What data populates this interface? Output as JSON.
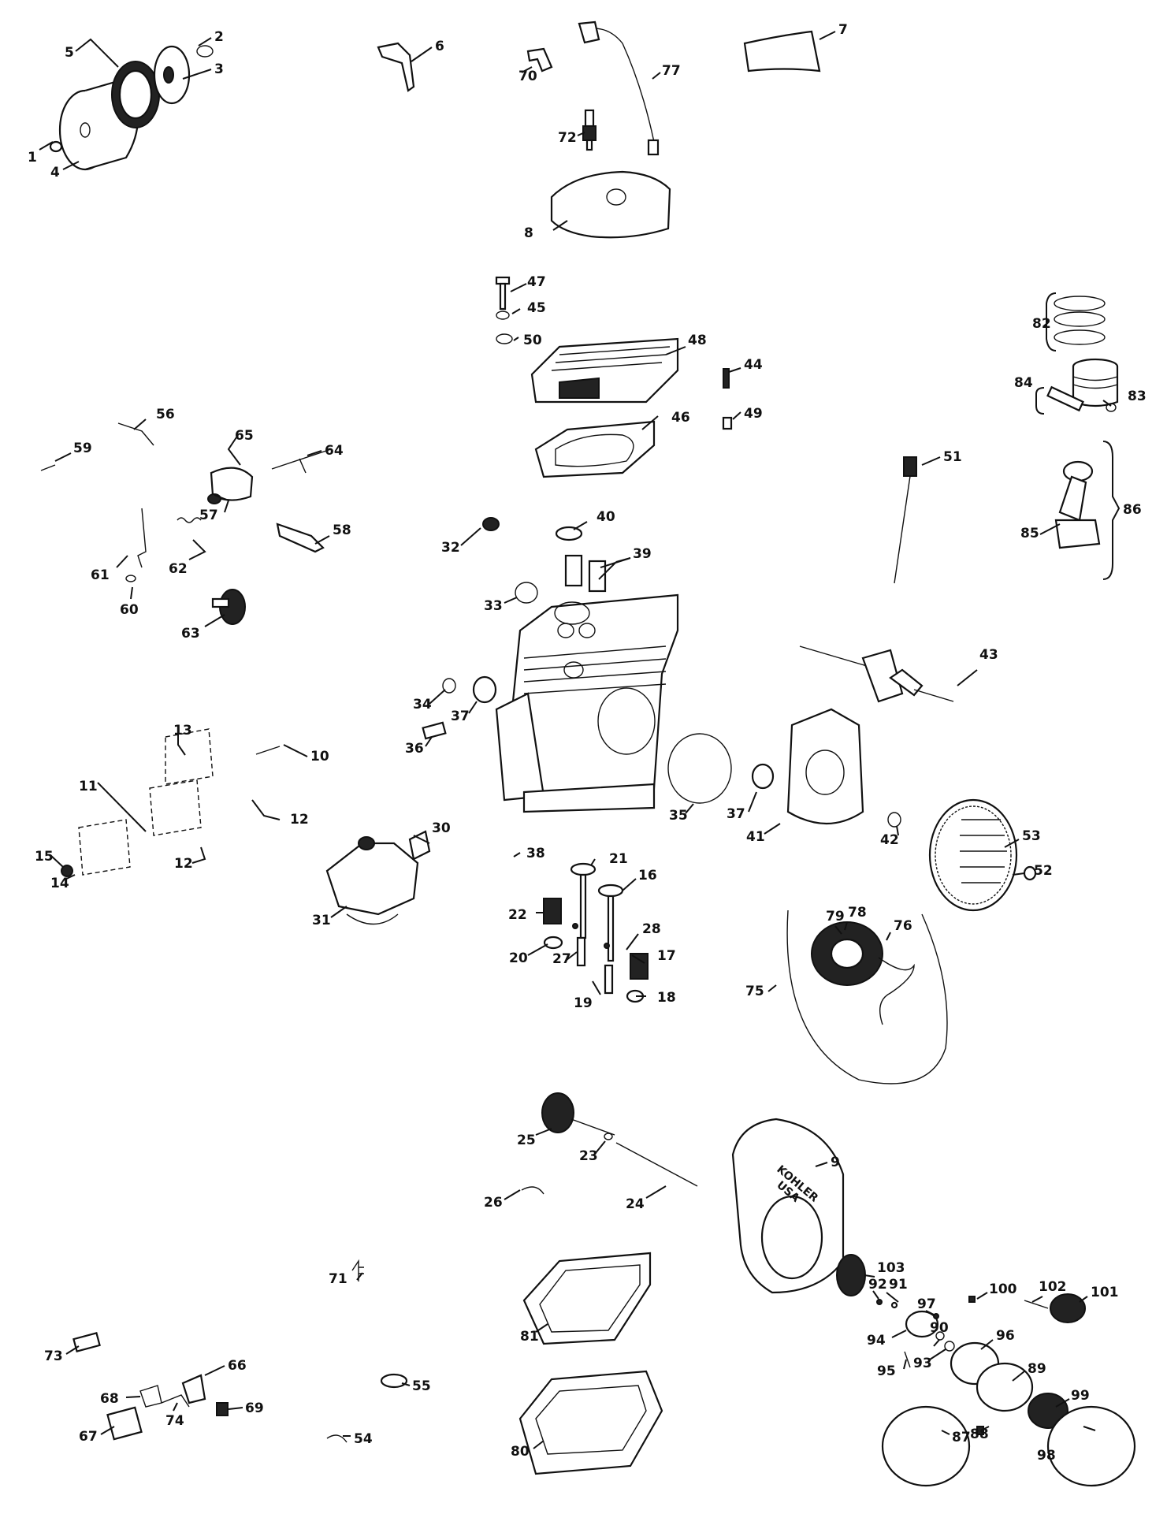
{
  "brand": {
    "line1": "KOHLER",
    "line2": "USA"
  },
  "callouts": [
    "1",
    "2",
    "3",
    "4",
    "5",
    "6",
    "7",
    "8",
    "9",
    "10",
    "11",
    "12",
    "12",
    "13",
    "14",
    "15",
    "16",
    "17",
    "18",
    "19",
    "20",
    "21",
    "22",
    "23",
    "24",
    "25",
    "26",
    "27",
    "28",
    "30",
    "31",
    "32",
    "33",
    "34",
    "35",
    "36",
    "37",
    "37",
    "38",
    "39",
    "40",
    "41",
    "42",
    "43",
    "44",
    "45",
    "46",
    "47",
    "48",
    "49",
    "50",
    "51",
    "52",
    "53",
    "54",
    "55",
    "56",
    "57",
    "58",
    "59",
    "60",
    "61",
    "62",
    "63",
    "64",
    "65",
    "66",
    "67",
    "68",
    "69",
    "70",
    "71",
    "72",
    "73",
    "74",
    "75",
    "76",
    "77",
    "78",
    "79",
    "80",
    "81",
    "82",
    "83",
    "84",
    "85",
    "86",
    "87",
    "88",
    "89",
    "90",
    "91",
    "92",
    "93",
    "94",
    "95",
    "96",
    "97",
    "98",
    "99",
    "100",
    "101",
    "102",
    "103"
  ]
}
